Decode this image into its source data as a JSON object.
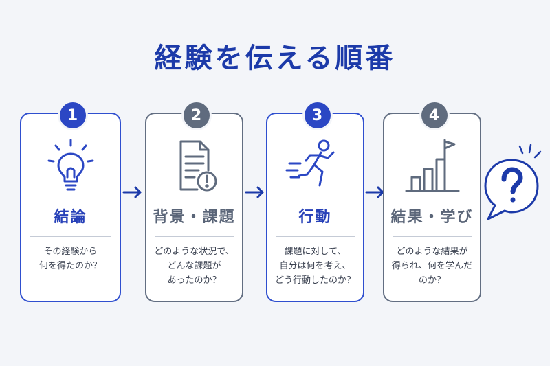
{
  "title": "経験を伝える順番",
  "steps": [
    {
      "number": "1",
      "title": "結論",
      "description": "その経験から\n何を得たのか？",
      "icon": "lightbulb-icon",
      "style": "blue"
    },
    {
      "number": "2",
      "title": "背景・課題",
      "description": "どのような状況で、\nどんな課題が\nあったのか？",
      "icon": "document-alert-icon",
      "style": "gray"
    },
    {
      "number": "3",
      "title": "行動",
      "description": "課題に対して、\n自分は何を考え、\nどう行動したのか？",
      "icon": "running-person-icon",
      "style": "blue"
    },
    {
      "number": "4",
      "title": "結果・学び",
      "description": "どのような結果が\n得られ、何を学んだのか？",
      "icon": "bar-chart-flag-icon",
      "style": "gray"
    }
  ],
  "end_icon": "question-bubble-icon",
  "colors": {
    "blue": "#2b47c4",
    "navy": "#1c3aa9",
    "gray": "#5f6b7e",
    "background": "#f3f5f9"
  }
}
